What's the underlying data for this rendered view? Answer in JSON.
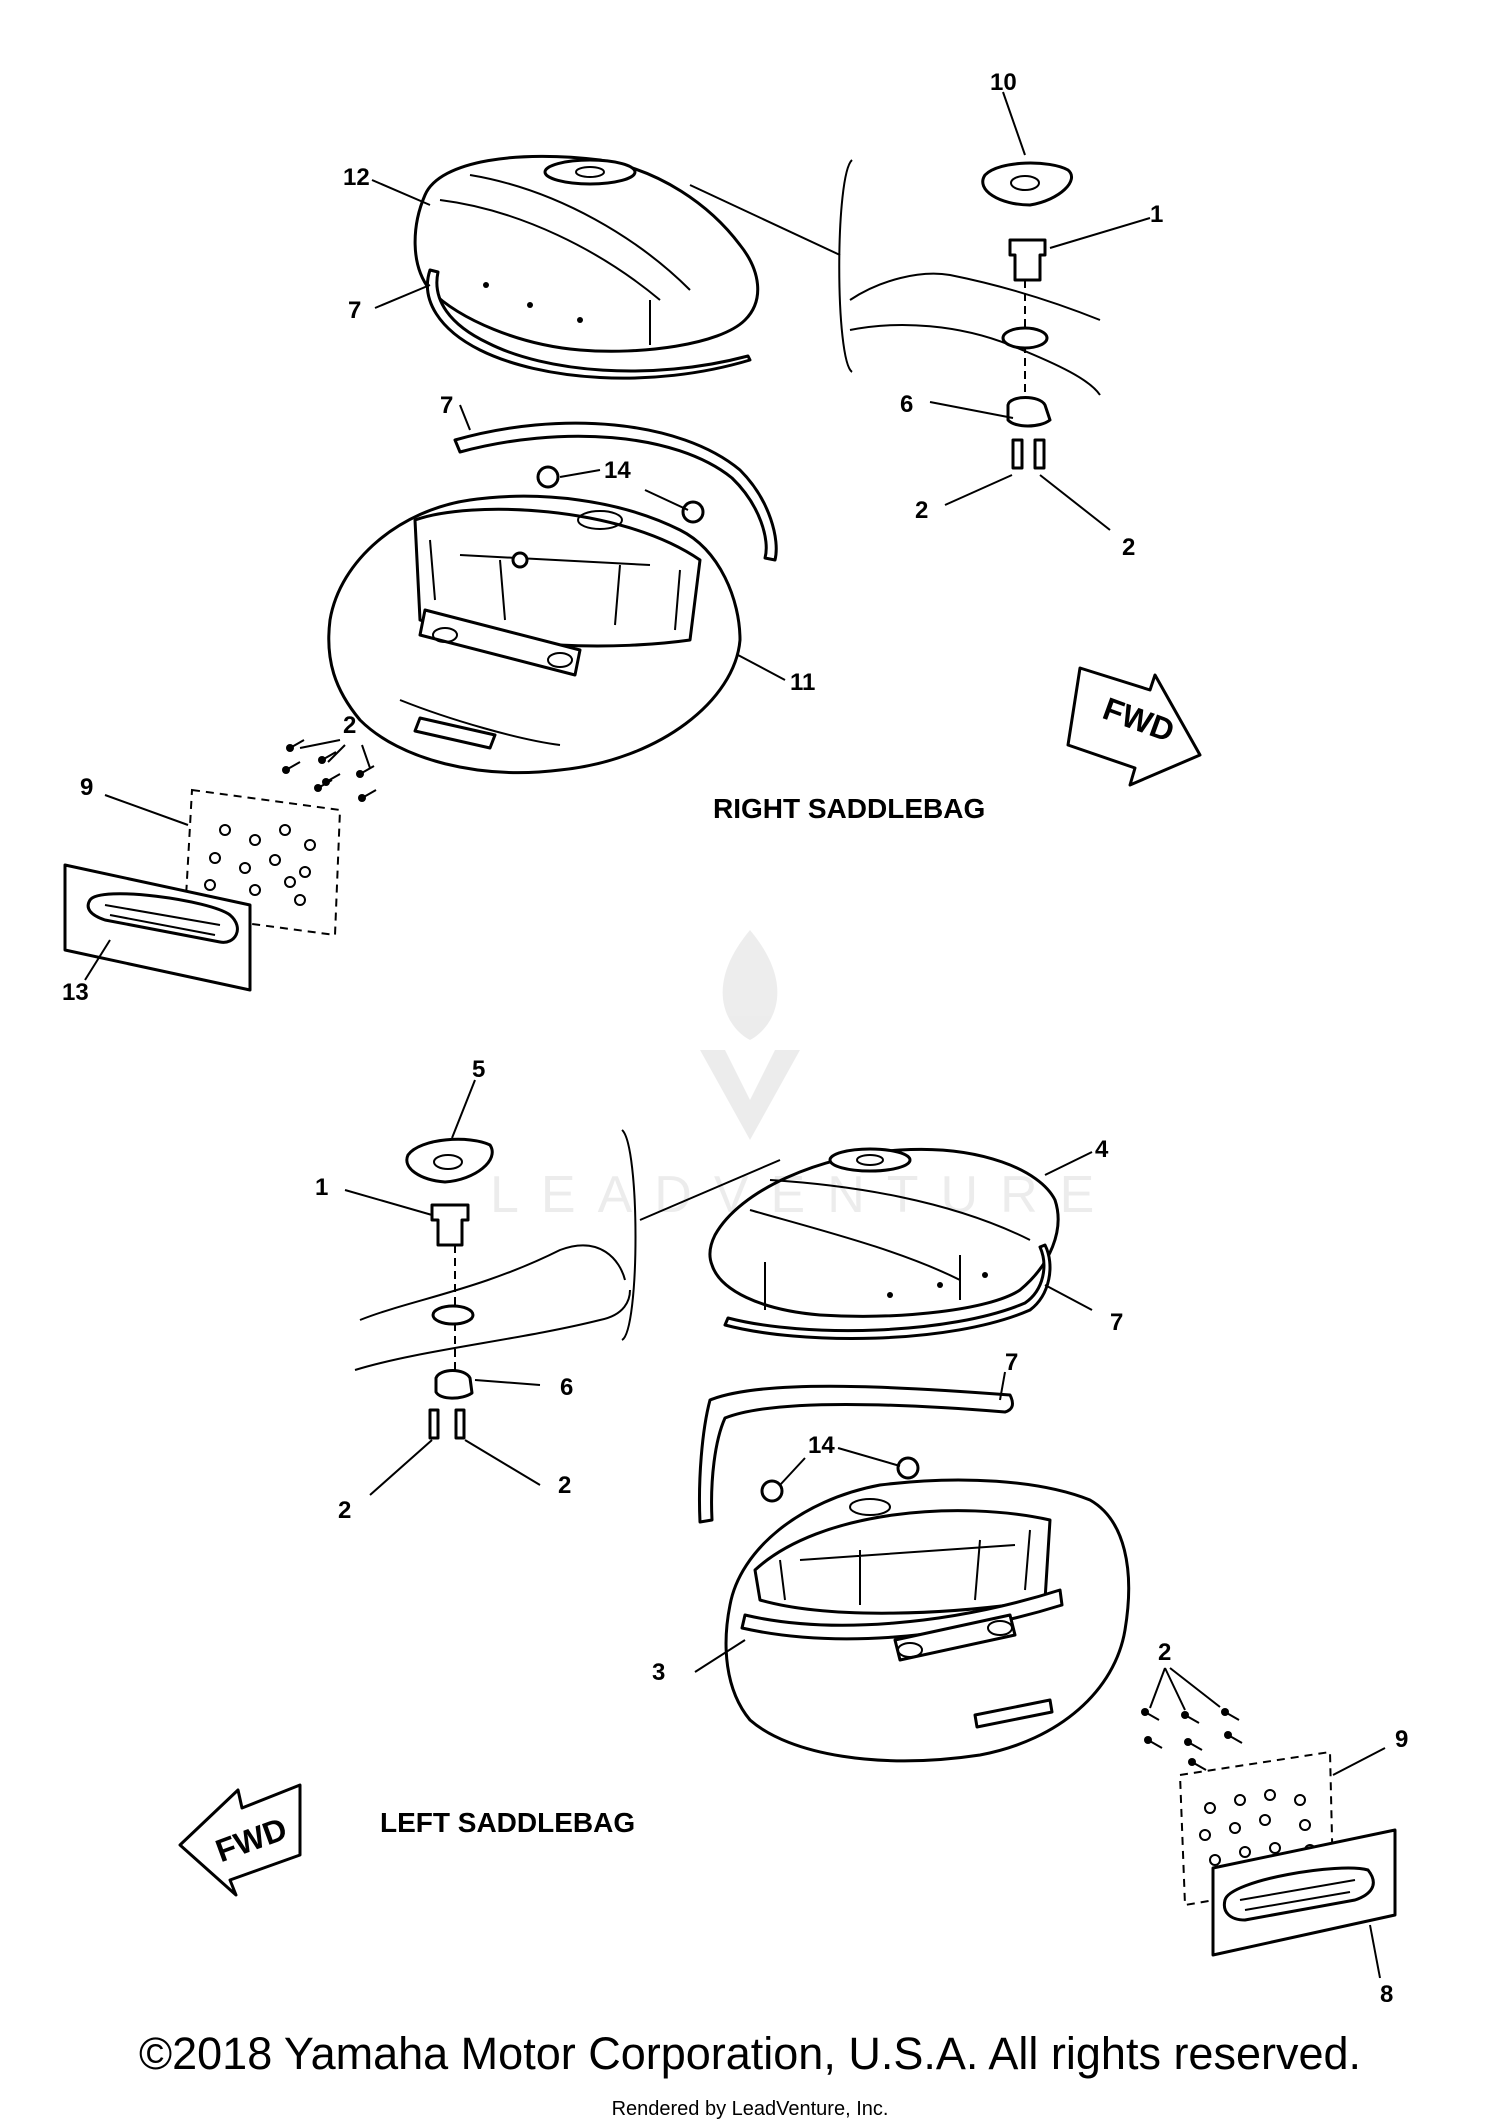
{
  "captions": {
    "right": "RIGHT SADDLEBAG",
    "left": "LEFT SADDLEBAG"
  },
  "fwd_label": "FWD",
  "callouts": {
    "r1": "1",
    "r2a": "2",
    "r2b": "2",
    "r2c": "2",
    "r6": "6",
    "r7a": "7",
    "r7b": "7",
    "r9": "9",
    "r10": "10",
    "r11": "11",
    "r12": "12",
    "r13": "13",
    "r14": "14",
    "l1": "1",
    "l2a": "2",
    "l2b": "2",
    "l2c": "2",
    "l3": "3",
    "l4": "4",
    "l5": "5",
    "l6": "6",
    "l7a": "7",
    "l7b": "7",
    "l8": "8",
    "l9": "9",
    "l14": "14"
  },
  "watermark": "LEADVENTURE",
  "footer": {
    "copyright": "©2018 Yamaha Motor Corporation, U.S.A. All rights reserved.",
    "rendered_by": "Rendered by LeadVenture, Inc."
  }
}
